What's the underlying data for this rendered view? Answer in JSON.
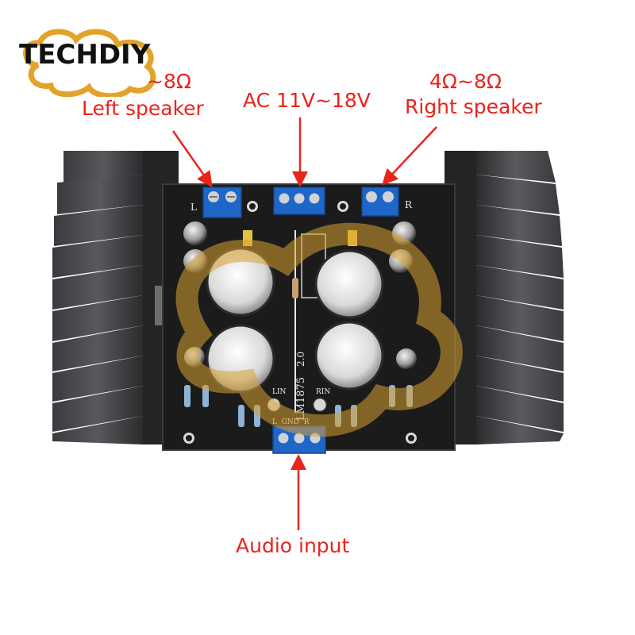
{
  "brand": {
    "name": "TECHDIY",
    "text_color": "#111111",
    "cloud_color": "#e3a22a"
  },
  "labels": {
    "left_impedance": "4Ω~8Ω",
    "left_speaker": "Left speaker",
    "power_input": "AC 11V~18V",
    "right_impedance": "4Ω~8Ω",
    "right_speaker": "Right speaker",
    "audio_input": "Audio input"
  },
  "board": {
    "chip_marking": "LM1875",
    "version": "2.0",
    "silk_left": "L",
    "silk_right": "R",
    "input_left": "LIN",
    "input_right": "RIN",
    "input_pins": "L  GND  R",
    "pcb_color": "#1b1b1c",
    "heatsink_color": "#2b2c2e",
    "terminal_color": "#1f66c9"
  },
  "colors": {
    "annotation": "#e8241c",
    "watermark": "#d9a032"
  }
}
